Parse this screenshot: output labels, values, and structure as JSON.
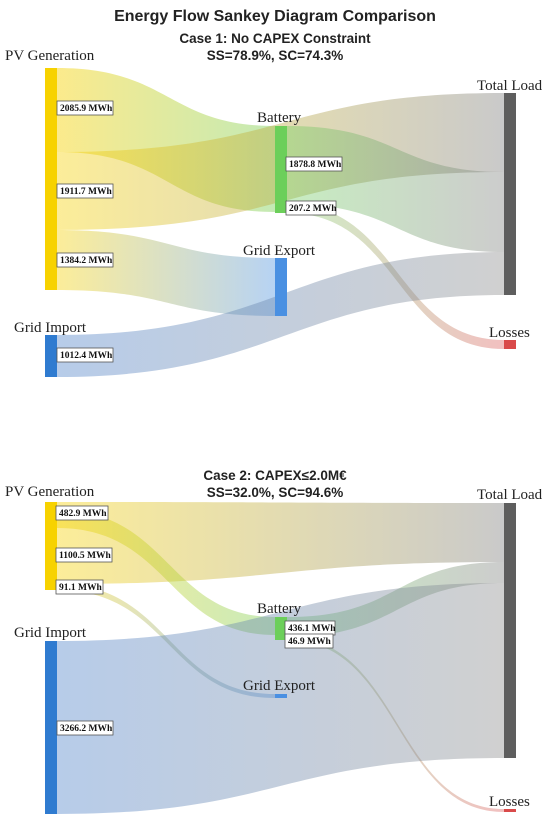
{
  "page": {
    "title": "Energy Flow Sankey Diagram Comparison"
  },
  "colors": {
    "pv": "#f7d200",
    "grid_import": "#2f7bd0",
    "battery": "#6ccf5a",
    "grid_export": "#4a90e2",
    "total_load": "#5e5e5e",
    "losses": "#d94a4a"
  },
  "case1": {
    "title": "Case 1: No CAPEX Constraint",
    "subtitle": "SS=78.9%, SC=74.3%",
    "nodes": {
      "pv": "PV Generation",
      "grid_import": "Grid Import",
      "battery": "Battery",
      "grid_export": "Grid Export",
      "total_load": "Total Load",
      "losses": "Losses"
    },
    "values": {
      "pv_to_battery": "2085.9 MWh",
      "pv_to_load": "1911.7 MWh",
      "pv_to_export": "1384.2 MWh",
      "grid_to_load": "1012.4 MWh",
      "battery_to_load": "1878.8 MWh",
      "battery_to_losses": "207.2 MWh"
    }
  },
  "case2": {
    "title": "Case 2: CAPEX≤2.0M€",
    "subtitle": "SS=32.0%, SC=94.6%",
    "nodes": {
      "pv": "PV Generation",
      "grid_import": "Grid Import",
      "battery": "Battery",
      "grid_export": "Grid Export",
      "total_load": "Total Load",
      "losses": "Losses"
    },
    "values": {
      "pv_to_battery": "482.9 MWh",
      "pv_to_load": "1100.5 MWh",
      "pv_to_export": "91.1 MWh",
      "grid_to_load": "3266.2 MWh",
      "battery_to_load": "436.1 MWh",
      "battery_to_losses": "46.9 MWh"
    }
  }
}
